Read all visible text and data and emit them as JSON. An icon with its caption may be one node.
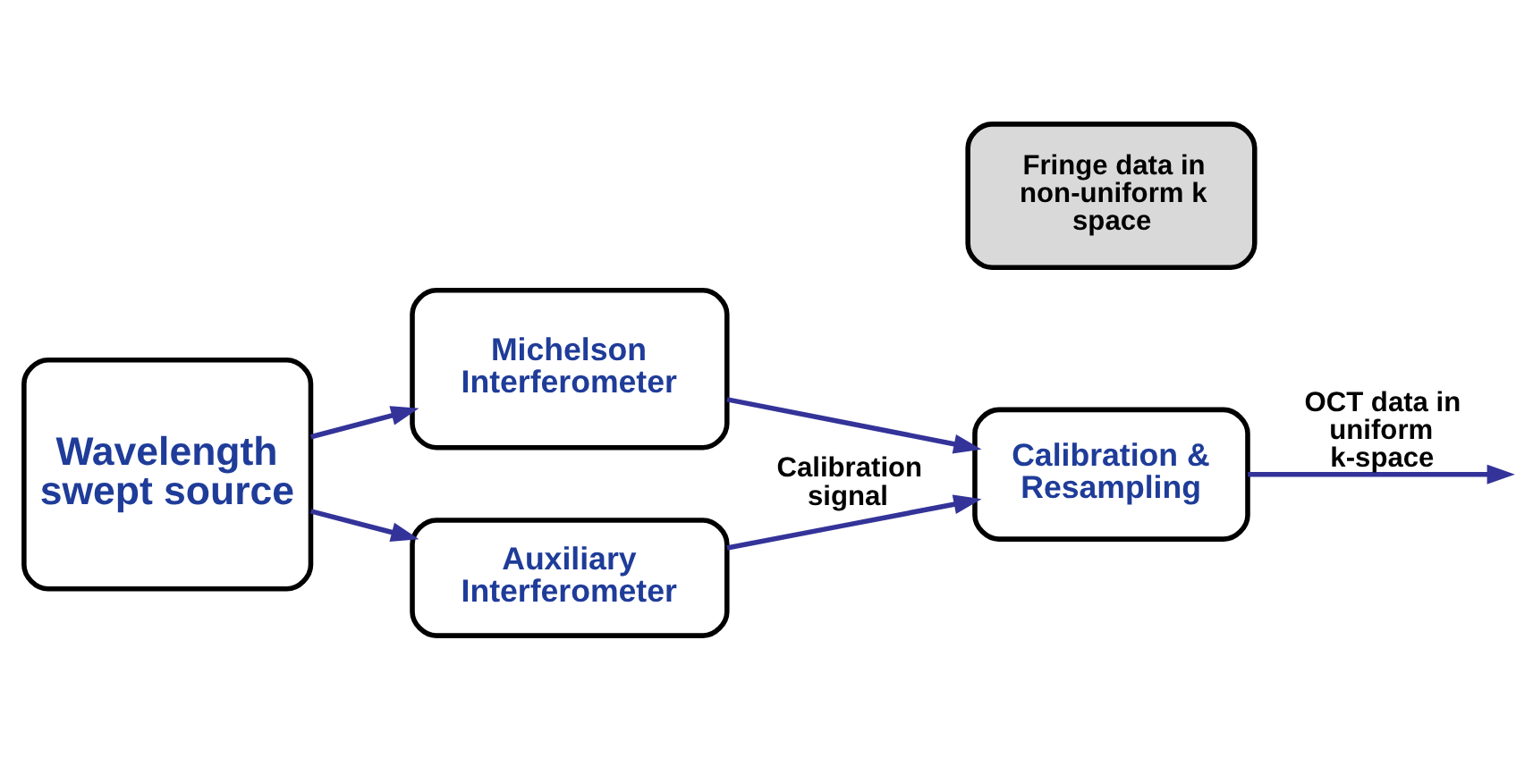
{
  "diagram": {
    "nodes": [
      {
        "text": [
          "Wavelength swept source"
        ]
      },
      {
        "text": [
          "Michelson Interferometer"
        ]
      },
      {
        "text": [
          "Auxiliary Interferometer"
        ]
      },
      {
        "text": [
          "Calibration & Resampling"
        ]
      },
      {
        "text": [
          "Fringe data in non-uniform k space"
        ]
      }
    ],
    "edges": [
      {
        "from": 0,
        "to": 1,
        "arrow": "to"
      },
      {
        "from": 0,
        "to": 2,
        "arrow": "to"
      },
      {
        "from": 1,
        "to": 3,
        "arrow": "to"
      },
      {
        "from": 2,
        "to": 3,
        "arrow": "to",
        "label": "Calibration signal"
      },
      {
        "from": 3,
        "to": null,
        "arrow": "to",
        "label": "OCT data in uniform k-space"
      }
    ]
  }
}
